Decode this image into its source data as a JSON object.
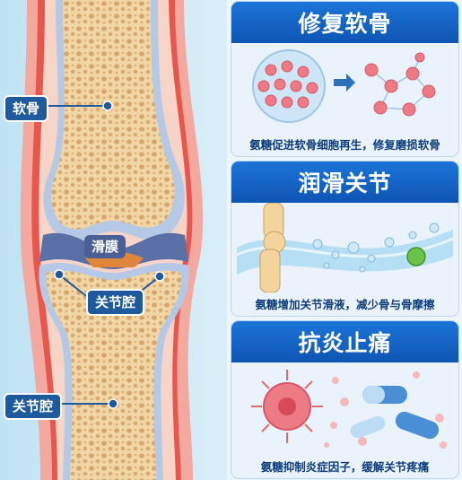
{
  "labels": {
    "cartilage": "软骨",
    "synovium": "滑膜",
    "joint_cavity_top": "关节腔",
    "joint_cavity_bottom": "关节腔"
  },
  "panels": [
    {
      "title": "修复软骨",
      "caption": "氨糖促进软骨细胞再生，修复磨损软骨"
    },
    {
      "title": "润滑关节",
      "caption": "氨糖增加关节滑液，减少骨与骨摩擦"
    },
    {
      "title": "抗炎止痛",
      "caption": "氨糖抑制炎症因子，缓解关节疼痛"
    }
  ],
  "colors": {
    "panel_title_bg": "#1565c0",
    "label_bg": "#1f5a9c",
    "bone": "#f3d8a8",
    "cartilage": "#aebfe0",
    "tissue": "#e9574f"
  }
}
